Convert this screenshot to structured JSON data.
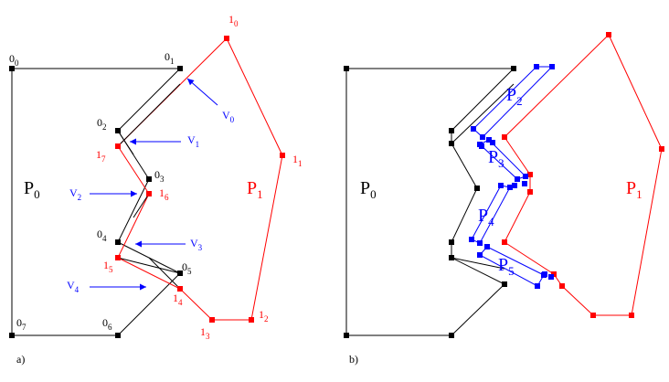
{
  "colors": {
    "black": "#000000",
    "red": "#ff0000",
    "blue": "#0000ff",
    "background": "#ffffff"
  },
  "panel_a": {
    "caption": "a)",
    "polygon_labels": [
      {
        "id": "P0",
        "base": "P",
        "sub": "0",
        "color": "#000000"
      },
      {
        "id": "P1",
        "base": "P",
        "sub": "1",
        "color": "#ff0000"
      }
    ],
    "p0_vertex_labels": [
      {
        "base": "0",
        "sub": "0"
      },
      {
        "base": "0",
        "sub": "1"
      },
      {
        "base": "0",
        "sub": "2"
      },
      {
        "base": "0",
        "sub": "3"
      },
      {
        "base": "0",
        "sub": "4"
      },
      {
        "base": "0",
        "sub": "5"
      },
      {
        "base": "0",
        "sub": "6"
      },
      {
        "base": "0",
        "sub": "7"
      }
    ],
    "p1_vertex_labels": [
      {
        "base": "1",
        "sub": "0"
      },
      {
        "base": "1",
        "sub": "1"
      },
      {
        "base": "1",
        "sub": "2"
      },
      {
        "base": "1",
        "sub": "3"
      },
      {
        "base": "1",
        "sub": "4"
      },
      {
        "base": "1",
        "sub": "5"
      },
      {
        "base": "1",
        "sub": "6"
      },
      {
        "base": "1",
        "sub": "7"
      }
    ],
    "v_labels": [
      {
        "base": "V",
        "sub": "0"
      },
      {
        "base": "V",
        "sub": "1"
      },
      {
        "base": "V",
        "sub": "2"
      },
      {
        "base": "V",
        "sub": "3"
      },
      {
        "base": "V",
        "sub": "4"
      }
    ]
  },
  "panel_b": {
    "caption": "b)",
    "polygon_labels": [
      {
        "id": "P0",
        "base": "P",
        "sub": "0",
        "color": "#000000"
      },
      {
        "id": "P1",
        "base": "P",
        "sub": "1",
        "color": "#ff0000"
      },
      {
        "id": "P2",
        "base": "P",
        "sub": "2",
        "color": "#0000ff"
      },
      {
        "id": "P3",
        "base": "P",
        "sub": "3",
        "color": "#0000ff"
      },
      {
        "id": "P4",
        "base": "P",
        "sub": "4",
        "color": "#0000ff"
      },
      {
        "id": "P5",
        "base": "P",
        "sub": "5",
        "color": "#0000ff"
      }
    ]
  }
}
